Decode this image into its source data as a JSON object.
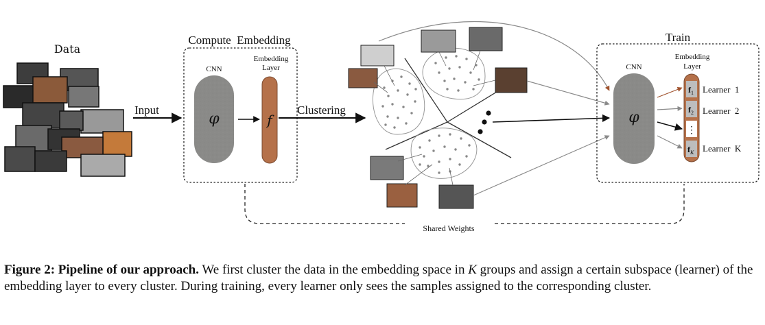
{
  "labels": {
    "data": "Data",
    "input": "Input",
    "compute_embedding": "Compute  Embedding",
    "cnn_left": "CNN",
    "embedding_layer_left_1": "Embedding",
    "embedding_layer_left_2": "Layer",
    "phi_left": "φ",
    "f_left": "f",
    "clustering": "Clustering",
    "train": "Train",
    "cnn_right": "CNN",
    "embedding_layer_right_1": "Embedding",
    "embedding_layer_right_2": "Layer",
    "phi_right": "φ",
    "shared_weights": "Shared Weights",
    "dots_vertical": "⋮"
  },
  "learners": [
    {
      "slot": "f",
      "sub": "1",
      "label": "Learner  1"
    },
    {
      "slot": "f",
      "sub": "2",
      "label": "Learner  2"
    },
    {
      "slot": "⋮",
      "sub": "",
      "label": ""
    },
    {
      "slot": "f",
      "sub": "K",
      "label": "Learner  K"
    }
  ],
  "caption": {
    "title": "Figure 2:  Pipeline of our approach.",
    "part1": "  We first cluster the data in the embedding space in ",
    "k": "K",
    "part2": " groups and assign a certain subspace (learner) of the embedding layer to every cluster.  During training, every learner only sees the samples assigned to the corresponding cluster."
  },
  "colors": {
    "cnn_body": "#8a8a88",
    "embedding_layer": "#b5714a",
    "embedding_stroke": "#7a4a30",
    "arrow_grey": "#8a8a8a",
    "arrow_brown": "#a0522d",
    "cluster_dots": "#888888"
  }
}
